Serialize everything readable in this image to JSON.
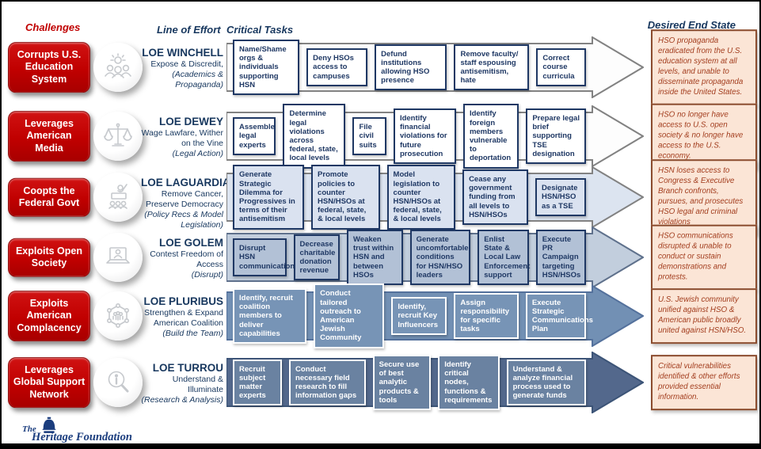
{
  "header": {
    "challenges": "Challenges",
    "line_of_effort": "Line of Effort",
    "critical_tasks": "Critical Tasks",
    "desired_end_state": "Desired End State"
  },
  "palette": {
    "challenge_red": "#C00000",
    "navy": "#1F3864",
    "end_state_bg": "#FBE5D6",
    "end_state_border": "#8B4C2E",
    "end_state_text": "#A33E1F",
    "heritage_blue": "#1B3D7E"
  },
  "rows": [
    {
      "challenge": "Corrupts U.S. Education System",
      "icon": "people-idea-icon",
      "loe": {
        "title": "LOE WINCHELL",
        "subtitle": "Expose & Discredit,",
        "focus": "(Academics & Propaganda)"
      },
      "tasks": [
        "Name/Shame orgs & individuals supporting HSN",
        "Deny HSOs access to campuses",
        "Defund institutions allowing HSO presence",
        "Remove faculty/ staff espousing antisemitism, hate",
        "Correct course curricula"
      ],
      "end_state": "HSO propaganda eradicated from the U.S. education system at all levels, and unable to disseminate propaganda inside the United States."
    },
    {
      "challenge": "Leverages American Media",
      "icon": "scales-icon",
      "loe": {
        "title": "LOE DEWEY",
        "subtitle": "Wage Lawfare, Wither on the Vine",
        "focus": "(Legal Action)"
      },
      "tasks": [
        "Assemble legal experts",
        "Determine legal violations across federal, state, local levels",
        "File civil suits",
        "Identify financial violations for future prosecution",
        "Identify foreign members vulnerable to deportation",
        "Prepare legal brief supporting TSE designation"
      ],
      "end_state": "HSO no longer have access to U.S. open society & no longer have access to the U.S. economy."
    },
    {
      "challenge": "Coopts the Federal Govt",
      "icon": "podium-speaker-icon",
      "loe": {
        "title": "LOE LAGUARDIA",
        "subtitle": "Remove Cancer, Preserve Democracy",
        "focus": "(Policy Recs & Model Legislation)"
      },
      "tasks": [
        "Generate Strategic Dilemma for Progressives in terms of their antisemitism",
        "Promote policies to counter HSN/HSOs at federal, state, & local levels",
        "Model legislation to counter HSN/HSOs at federal, state, & local levels",
        "Cease any government funding from all levels to HSN/HSOs",
        "Designate HSN/HSO as a TSE"
      ],
      "end_state": "HSN loses access to Congress & Executive Branch confronts, pursues, and prosecutes HSO legal and criminal violations"
    },
    {
      "challenge": "Exploits Open Society",
      "icon": "laptop-person-icon",
      "loe": {
        "title": "LOE GOLEM",
        "subtitle": "Contest Freedom of Access",
        "focus": "(Disrupt)"
      },
      "tasks": [
        "Disrupt HSN communications",
        "Decrease charitable donation revenue",
        "Weaken trust within HSN and between HSOs",
        "Generate uncomfortable conditions for HSN/HSO leaders",
        "Enlist State & Local Law Enforcement support",
        "Execute PR Campaign targeting HSN/HSOs"
      ],
      "end_state": "HSO communications disrupted & unable to conduct or sustain demonstrations and protests."
    },
    {
      "challenge": "Exploits American Complacency",
      "icon": "network-people-icon",
      "loe": {
        "title": "LOE PLURIBUS",
        "subtitle": "Strengthen & Expand American Coalition",
        "focus": "(Build the Team)"
      },
      "tasks": [
        "Identify, recruit coalition members to deliver capabilities",
        "Conduct tailored outreach to American Jewish Community",
        "Identify, recruit Key Influencers",
        "Assign responsibility for specific tasks",
        "Execute Strategic Communications Plan"
      ],
      "end_state": "U.S. Jewish community unified against HSO & American public broadly united against HSN/HSO."
    },
    {
      "challenge": "Leverages Global Support Network",
      "icon": "magnifier-info-icon",
      "loe": {
        "title": "LOE TURROU",
        "subtitle": "Understand & Illuminate",
        "focus": "(Research & Analysis)"
      },
      "tasks": [
        "Recruit subject matter experts",
        "Conduct necessary field research to fill information gaps",
        "Secure use of best analytic products & tools",
        "Identify critical nodes, functions & requirements",
        "Understand & analyze financial process used to generate funds"
      ],
      "end_state": "Critical vulnerabilities identified & other efforts provided essential information."
    }
  ],
  "footer": {
    "logo_the": "The",
    "logo_name": "Heritage Foundation"
  }
}
